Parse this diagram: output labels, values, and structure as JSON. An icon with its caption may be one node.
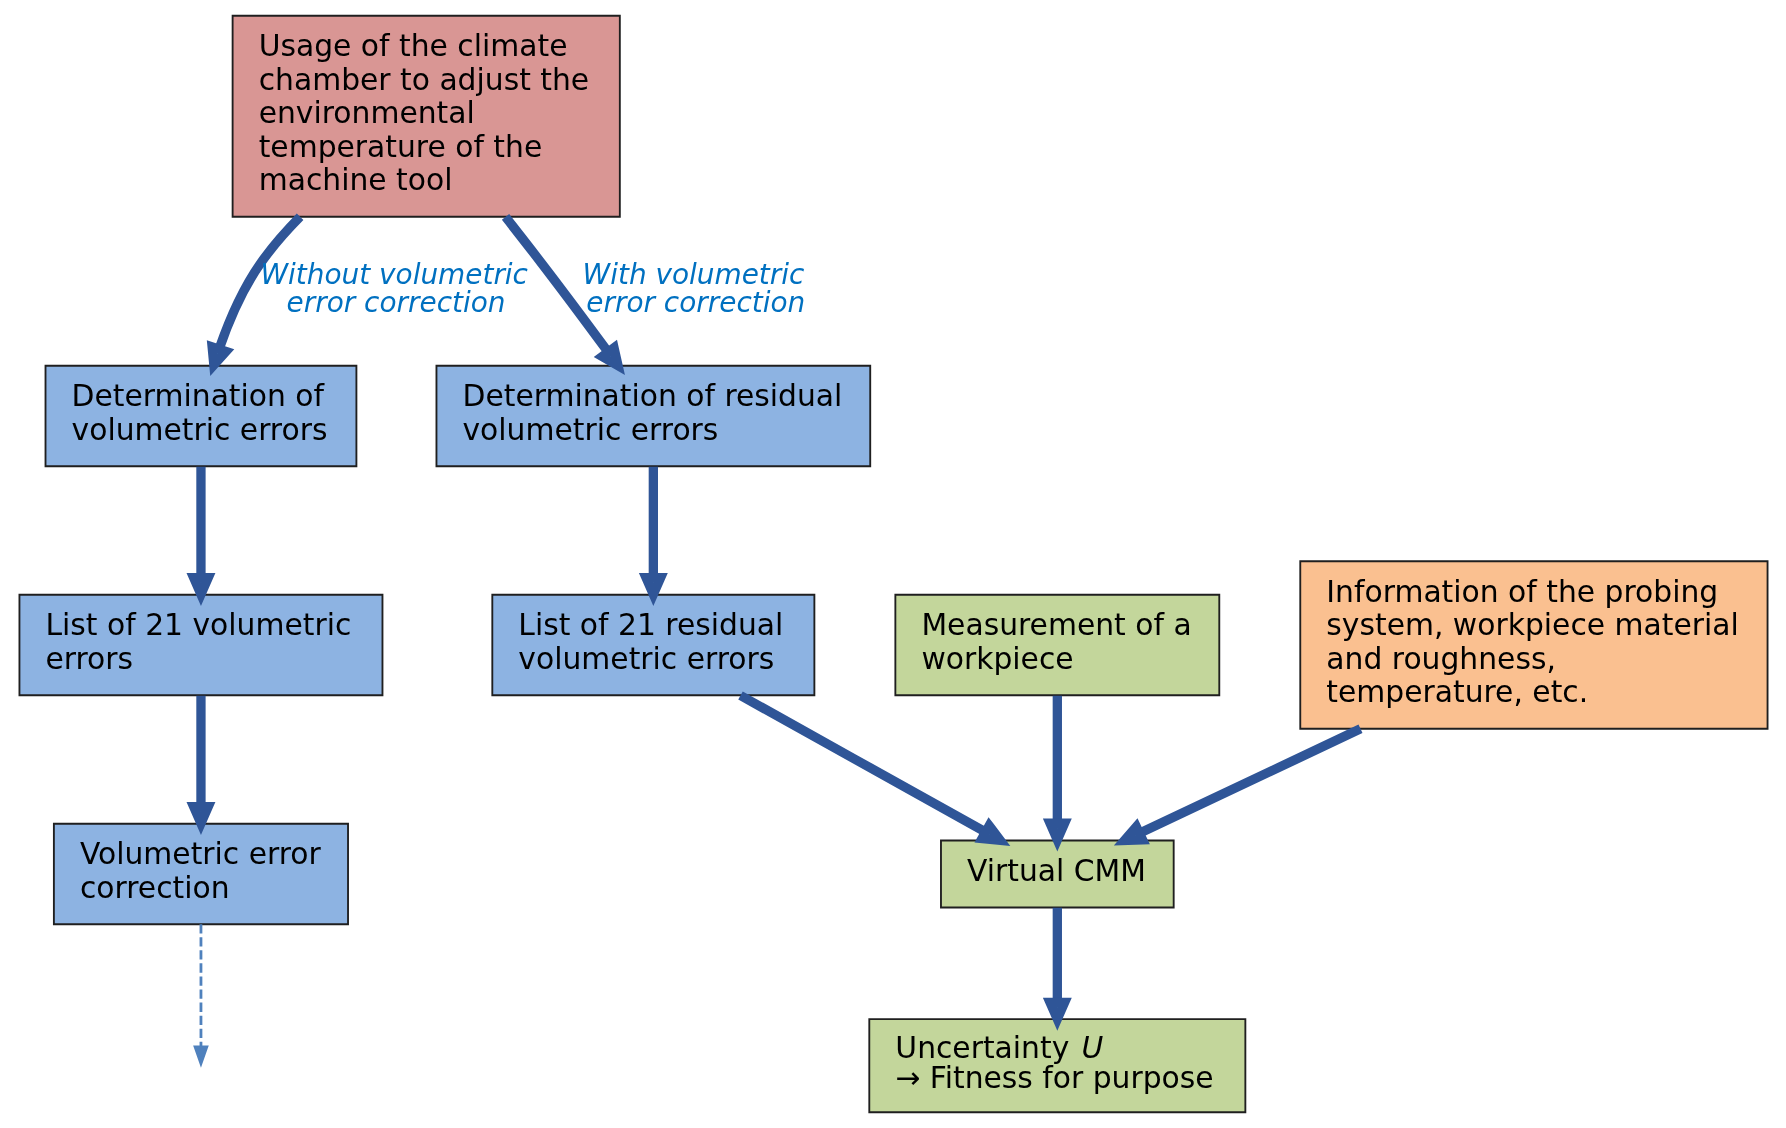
{
  "diagram": {
    "nodes": [
      {
        "text": [
          "Usage of the climate chamber to adjust the environmental temperature of the machine tool"
        ]
      },
      {
        "text": [
          "Determination of volumetric errors"
        ]
      },
      {
        "text": [
          "List of 21 volumetric errors"
        ]
      },
      {
        "text": [
          "Volumetric error correction"
        ]
      },
      {
        "text": [
          "Determination of residual volumetric errors"
        ]
      },
      {
        "text": [
          "List of 21 residual volumetric errors"
        ]
      },
      {
        "text": [
          "Measurement of a workpiece"
        ]
      },
      {
        "text": [
          "Virtual CMM"
        ]
      },
      {
        "text": [
          "Uncertainty *U* → Fitness for purpose"
        ]
      },
      {
        "text": [
          "Information of the probing system, workpiece material and roughness, temperature, etc."
        ]
      }
    ],
    "edges": [
      {
        "from": 0,
        "to": 1,
        "arrow": "to",
        "label": "Without volumetric error correction"
      },
      {
        "from": 0,
        "to": 4,
        "arrow": "to",
        "label": "With volumetric error correction"
      },
      {
        "from": 1,
        "to": 2,
        "arrow": "to"
      },
      {
        "from": 2,
        "to": 3,
        "arrow": "to"
      },
      {
        "from": 4,
        "to": 5,
        "arrow": "to"
      },
      {
        "from": 6,
        "to": 7,
        "arrow": "to"
      },
      {
        "from": 7,
        "to": 8,
        "arrow": "to"
      },
      {
        "from": 5,
        "to": 7,
        "arrow": "to"
      },
      {
        "from": 9,
        "to": 7,
        "arrow": "to"
      },
      {
        "from": 3,
        "to": null,
        "arrow": "to",
        "style": "dashed"
      }
    ]
  }
}
